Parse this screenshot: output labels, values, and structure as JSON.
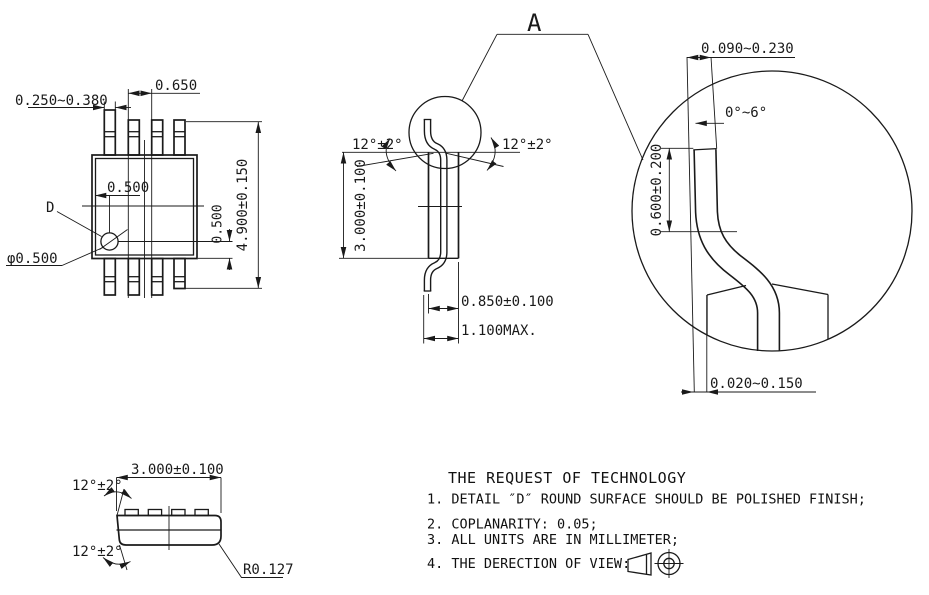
{
  "drawing": {
    "top": {
      "pin_width": "0.250~0.380",
      "pitch": "0.650",
      "overall": "4.900±0.150",
      "d_offset_x": "0.500",
      "d_offset_y": "0.500",
      "d_label": "D",
      "d_diameter": "φ0.500"
    },
    "side": {
      "angle_left": "12°±2°",
      "angle_right": "12°±2°",
      "body": "3.000±0.100",
      "thickness": "0.850±0.100",
      "max_height": "1.100MAX.",
      "detail_ref": "A"
    },
    "detail": {
      "lead_thickness": "0.090~0.230",
      "foot_angle": "0°~6°",
      "foot_length": "0.600±0.200",
      "tip_width": "0.020~0.150"
    },
    "end": {
      "width": "3.000±0.100",
      "angle_top": "12°±2°",
      "angle_bottom": "12°±2°",
      "corner_radius": "R0.127"
    },
    "notes": {
      "title": "THE REQUEST OF TECHNOLOGY",
      "item1": "1. DETAIL ″D″ ROUND SURFACE SHOULD BE POLISHED FINISH;",
      "item2": "2. COPLANARITY: 0.05;",
      "item3": "3. ALL UNITS ARE IN MILLIMETER;",
      "item4": "4. THE DERECTION OF VIEW:"
    },
    "colors": {
      "line": "#1a1a1a",
      "background": "#ffffff"
    }
  }
}
